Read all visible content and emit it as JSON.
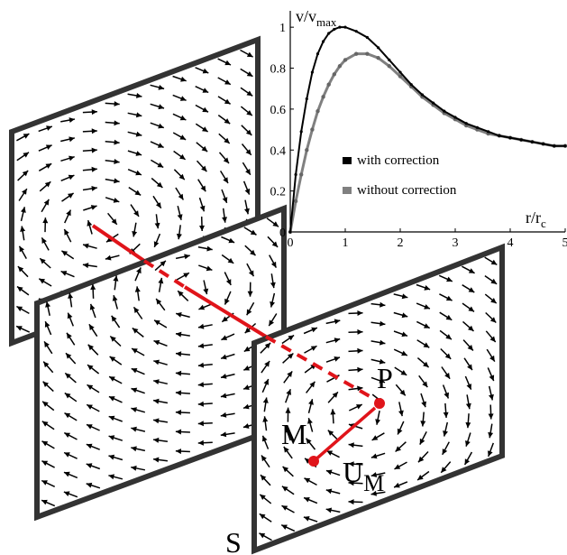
{
  "labels": {
    "plane": "S",
    "point_p": "P",
    "point_m": "M",
    "velocity": "U",
    "velocity_sub": "M"
  },
  "colors": {
    "axis_line": "#e0141a",
    "frame": "#333333",
    "series_with": "#000000",
    "series_without": "#808080"
  },
  "chart_data": {
    "type": "line",
    "ylabel": "v/v",
    "ylabel_sub": "max",
    "xlabel": "r/r",
    "xlabel_sub": "c",
    "xlim": [
      0,
      5
    ],
    "ylim": [
      0,
      1.08
    ],
    "xticks": [
      "0",
      "1",
      "2",
      "3",
      "4",
      "5"
    ],
    "yticks": [
      "0",
      "0.2",
      "0.4",
      "0.6",
      "0.8",
      "1"
    ],
    "legend_position": "lower-left",
    "series": [
      {
        "name": "with correction",
        "color": "#000000",
        "x": [
          0,
          0.1,
          0.2,
          0.3,
          0.4,
          0.5,
          0.6,
          0.7,
          0.8,
          0.9,
          1.0,
          1.2,
          1.4,
          1.6,
          1.8,
          2.0,
          2.2,
          2.4,
          2.6,
          2.8,
          3.0,
          3.2,
          3.4,
          3.6,
          3.8,
          4.0,
          4.2,
          4.4,
          4.6,
          4.8,
          5.0
        ],
        "values": [
          0,
          0.28,
          0.49,
          0.65,
          0.78,
          0.87,
          0.93,
          0.97,
          0.99,
          1.0,
          1.0,
          0.98,
          0.95,
          0.9,
          0.84,
          0.78,
          0.72,
          0.67,
          0.63,
          0.59,
          0.56,
          0.53,
          0.51,
          0.49,
          0.47,
          0.46,
          0.45,
          0.44,
          0.43,
          0.42,
          0.42
        ]
      },
      {
        "name": "without correction",
        "color": "#808080",
        "x": [
          0,
          0.1,
          0.2,
          0.3,
          0.4,
          0.5,
          0.6,
          0.7,
          0.8,
          0.9,
          1.0,
          1.2,
          1.4,
          1.6,
          1.8,
          2.0,
          2.2,
          2.4,
          2.6,
          2.8,
          3.0,
          3.2,
          3.4,
          3.6,
          3.8,
          4.0,
          4.2,
          4.4,
          4.6,
          4.8,
          5.0
        ],
        "values": [
          0,
          0.15,
          0.28,
          0.4,
          0.5,
          0.59,
          0.66,
          0.72,
          0.77,
          0.81,
          0.84,
          0.87,
          0.87,
          0.85,
          0.81,
          0.76,
          0.71,
          0.66,
          0.62,
          0.58,
          0.55,
          0.52,
          0.5,
          0.48,
          0.47,
          0.46,
          0.45,
          0.44,
          0.43,
          0.42,
          0.42
        ]
      }
    ]
  }
}
